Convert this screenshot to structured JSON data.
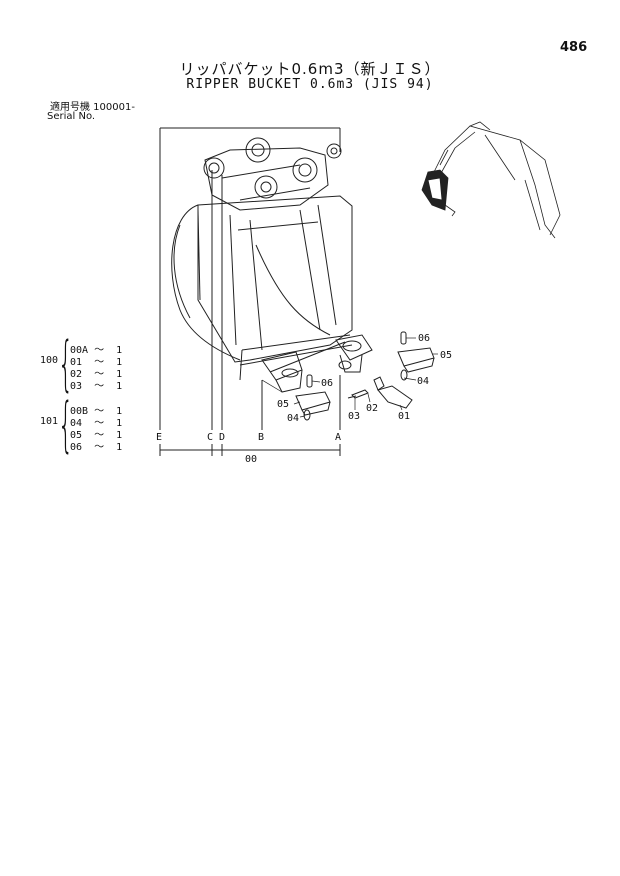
{
  "header": {
    "page_number": "486",
    "title_jp": "リッパバケット0.6m3（新ＪＩＳ）",
    "title_en": "RIPPER BUCKET 0.6m3 (JIS 94)",
    "serial_label_jp": "適用号機 100001-",
    "serial_label_en": "Serial No."
  },
  "groups": [
    {
      "label": "100",
      "rows": [
        {
          "part": "00A",
          "sep": "～",
          "qty": "1"
        },
        {
          "part": "01",
          "sep": "～",
          "qty": "1"
        },
        {
          "part": "02",
          "sep": "～",
          "qty": "1"
        },
        {
          "part": "03",
          "sep": "～",
          "qty": "1"
        }
      ]
    },
    {
      "label": "101",
      "rows": [
        {
          "part": "00B",
          "sep": "～",
          "qty": "1"
        },
        {
          "part": "04",
          "sep": "～",
          "qty": "1"
        },
        {
          "part": "05",
          "sep": "～",
          "qty": "1"
        },
        {
          "part": "06",
          "sep": "～",
          "qty": "1"
        }
      ]
    }
  ],
  "callouts": {
    "c06_right": "06",
    "c05_right": "05",
    "c04_right": "04",
    "c06_mid": "06",
    "c05_left": "05",
    "c04_left": "04",
    "c03": "03",
    "c02": "02",
    "c01": "01"
  },
  "dimension_letters": {
    "E": "E",
    "C": "C",
    "D": "D",
    "B": "B",
    "A": "A",
    "total": "00"
  }
}
